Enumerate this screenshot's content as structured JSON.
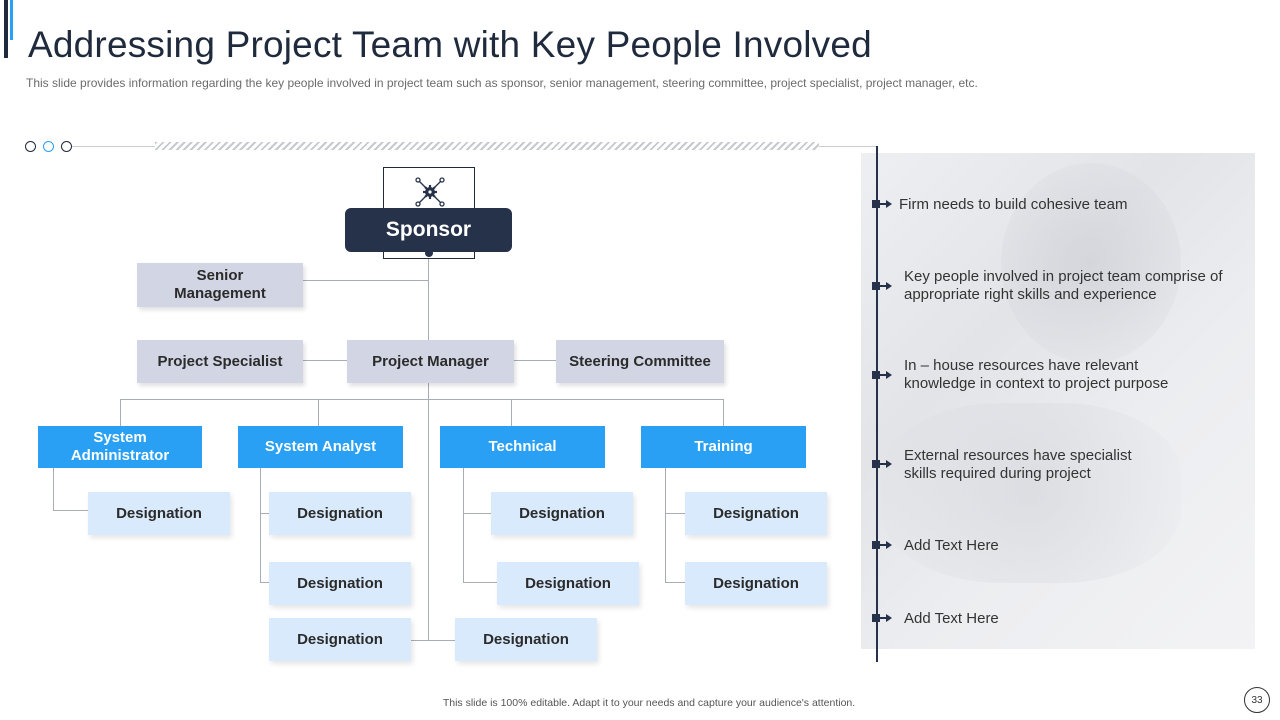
{
  "header": {
    "title": "Addressing Project Team with Key People Involved",
    "subtitle": "This slide provides information regarding the key people involved in project team such as sponsor, senior management, steering committee, project specialist, project manager, etc."
  },
  "org_chart": {
    "icon": "gears-network-icon",
    "sponsor": "Sponsor",
    "senior_management": "Senior Management",
    "project_specialist": "Project Specialist",
    "project_manager": "Project Manager",
    "steering_committee": "Steering Committee",
    "departments": [
      {
        "label": "System Administrator",
        "designations": [
          "Designation"
        ]
      },
      {
        "label": "System Analyst",
        "designations": [
          "Designation",
          "Designation",
          "Designation"
        ]
      },
      {
        "label": "Technical",
        "designations": [
          "Designation",
          "Designation"
        ]
      },
      {
        "label": "Training",
        "designations": [
          "Designation",
          "Designation"
        ]
      }
    ],
    "center_designation": "Designation"
  },
  "points": [
    "Firm needs to build cohesive team",
    "Key people involved in project team comprise of appropriate right skills and experience",
    "In – house resources have relevant knowledge in context to project purpose",
    "External resources have specialist skills required during project",
    "Add Text Here",
    "Add Text Here"
  ],
  "footer": {
    "note": "This slide is 100% editable.  Adapt it to your needs and capture your audience's attention.",
    "page_number": "33"
  },
  "colors": {
    "navy": "#26324a",
    "blue": "#2aa0f5",
    "gray_box": "#d2d5e3",
    "light_box": "#d8eafc"
  }
}
